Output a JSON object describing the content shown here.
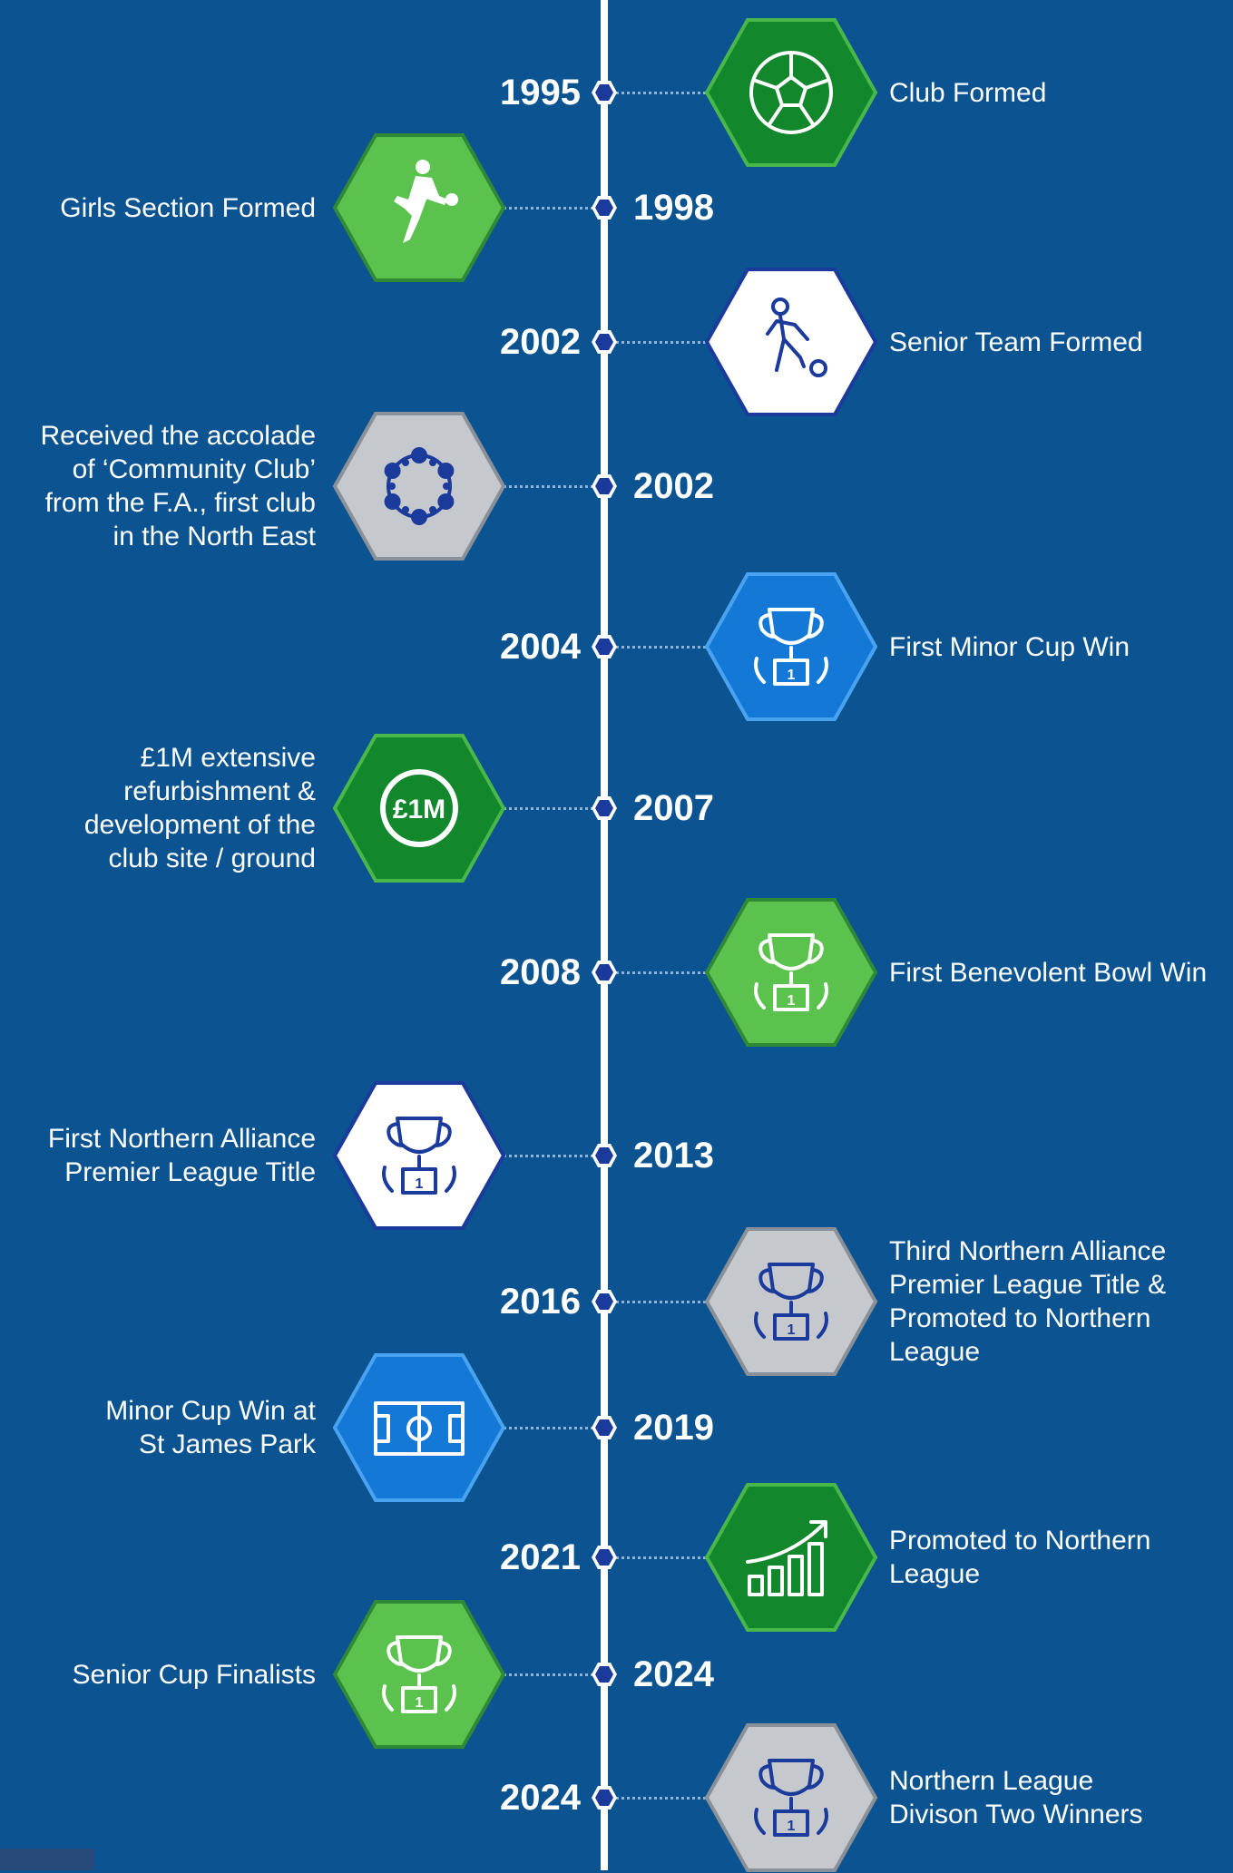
{
  "colors": {
    "background": "#0b5391",
    "spine": "#ffffff",
    "dark_green": "#12872c",
    "light_green": "#5bc24e",
    "white": "#ffffff",
    "grey": "#c5c8cc",
    "blue": "#1478d6",
    "icon_navy": "#1a3a9c"
  },
  "events": [
    {
      "year": "1995",
      "label": [
        "Club Formed"
      ],
      "icon": "football-icon",
      "color": "dark_green"
    },
    {
      "year": "1998",
      "label": [
        "Girls Section Formed"
      ],
      "icon": "female-player-kicking-icon",
      "color": "light_green"
    },
    {
      "year": "2002",
      "label": [
        "Senior Team Formed"
      ],
      "icon": "player-dribbling-icon",
      "color": "white"
    },
    {
      "year": "2002",
      "label": [
        "Received the accolade",
        "of ‘Community Club’",
        "from the F.A., first club",
        "in the North East"
      ],
      "icon": "community-circle-icon",
      "color": "grey"
    },
    {
      "year": "2004",
      "label": [
        "First Minor Cup Win"
      ],
      "icon": "trophy-podium-icon",
      "color": "blue"
    },
    {
      "year": "2007",
      "label": [
        "£1M extensive",
        "refurbishment &",
        "development of the",
        "club site / ground"
      ],
      "icon": "one-million-pounds-icon",
      "icon_text": "£1M",
      "color": "dark_green"
    },
    {
      "year": "2008",
      "label": [
        "First Benevolent Bowl Win"
      ],
      "icon": "trophy-podium-icon",
      "color": "light_green"
    },
    {
      "year": "2013",
      "label": [
        "First Northern Alliance",
        "Premier League Title"
      ],
      "icon": "trophy-podium-icon",
      "color": "white"
    },
    {
      "year": "2016",
      "label": [
        "Third Northern Alliance",
        "Premier League Title &",
        "Promoted to Northern",
        "League"
      ],
      "icon": "trophy-podium-icon",
      "color": "grey"
    },
    {
      "year": "2019",
      "label": [
        "Minor Cup Win at",
        "St James Park"
      ],
      "icon": "football-pitch-icon",
      "color": "blue"
    },
    {
      "year": "2021",
      "label": [
        "Promoted to Northern",
        "League"
      ],
      "icon": "growth-chart-icon",
      "color": "dark_green"
    },
    {
      "year": "2024",
      "label": [
        "Senior Cup Finalists"
      ],
      "icon": "trophy-podium-icon",
      "color": "light_green"
    },
    {
      "year": "2024",
      "label": [
        "Northern League",
        "Divison Two Winners"
      ],
      "icon": "trophy-podium-icon",
      "color": "grey"
    }
  ],
  "trophy_place": "1"
}
